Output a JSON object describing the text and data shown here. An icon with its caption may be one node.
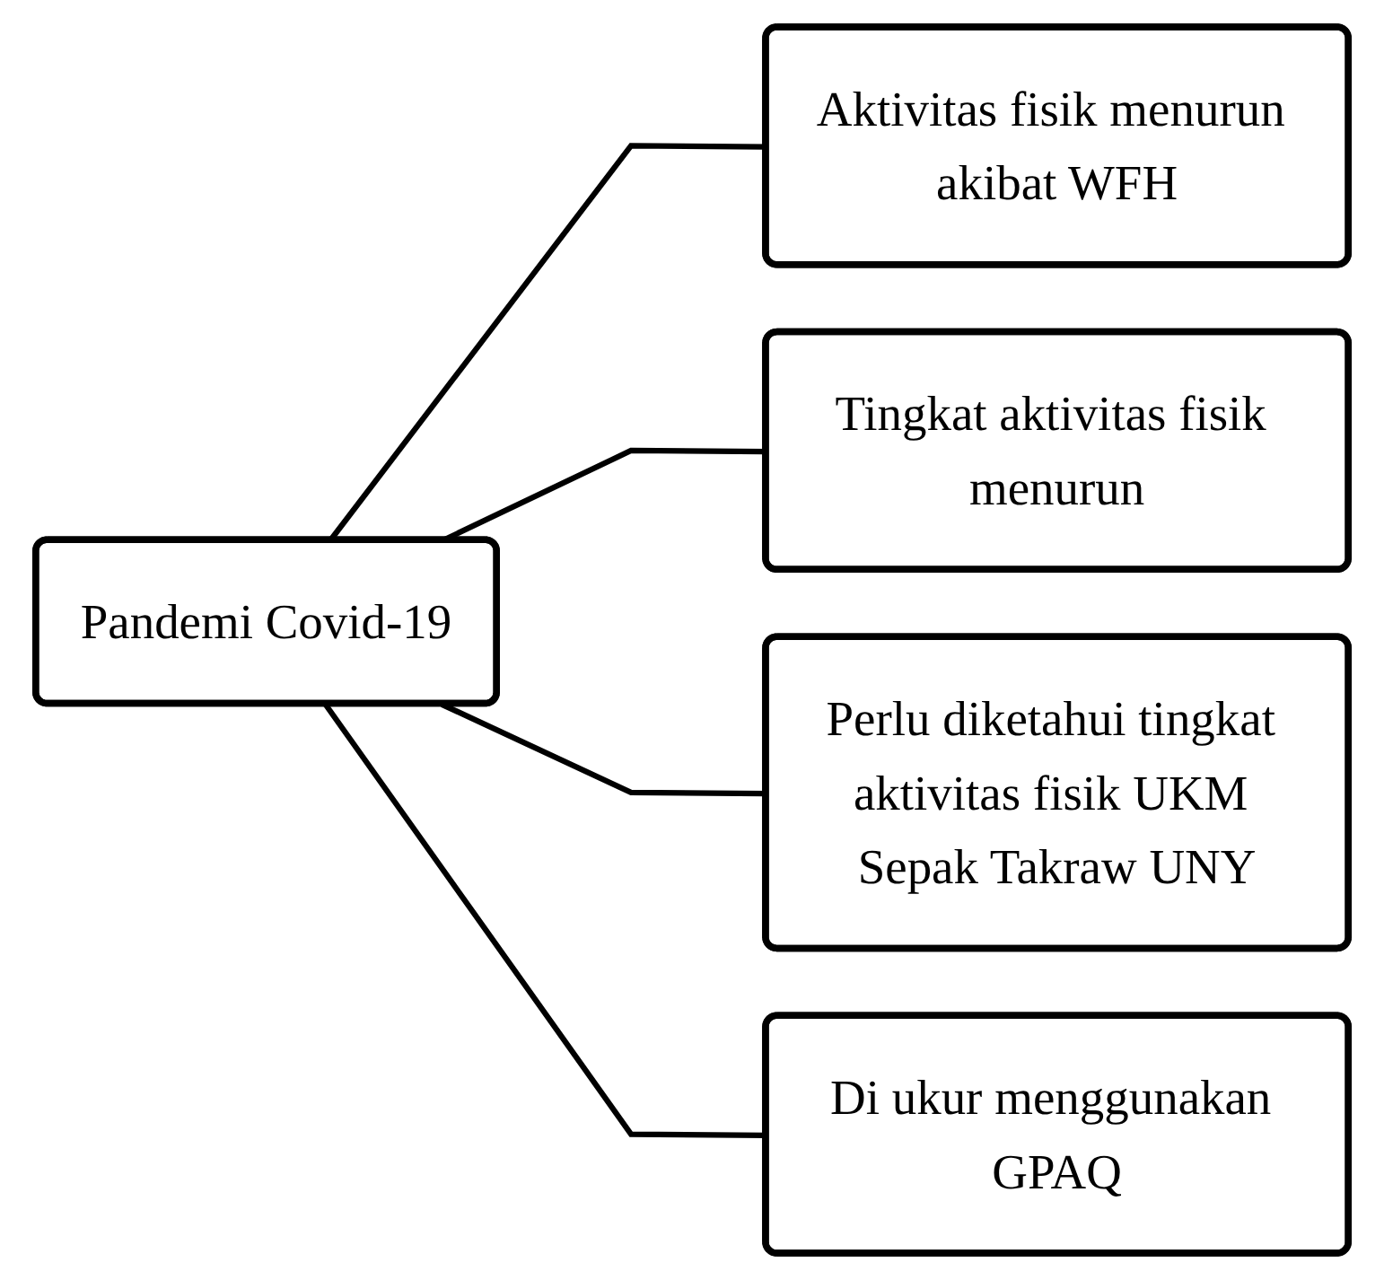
{
  "diagram": {
    "nodes": [
      {
        "text": [
          "Pandemi Covid-19"
        ]
      },
      {
        "text": [
          "Aktivitas fisik menurun akibat WFH"
        ]
      },
      {
        "text": [
          "Tingkat aktivitas fisik menurun"
        ]
      },
      {
        "text": [
          "Perlu diketahui tingkat aktivitas fisik UKM Sepak Takraw UNY"
        ]
      },
      {
        "text": [
          "Di ukur menggunakan GPAQ"
        ]
      }
    ],
    "edges": [
      {
        "from": 0,
        "to": 1,
        "arrow": "none"
      },
      {
        "from": 0,
        "to": 2,
        "arrow": "none"
      },
      {
        "from": 0,
        "to": 3,
        "arrow": "none"
      },
      {
        "from": 0,
        "to": 4,
        "arrow": "none"
      }
    ]
  }
}
